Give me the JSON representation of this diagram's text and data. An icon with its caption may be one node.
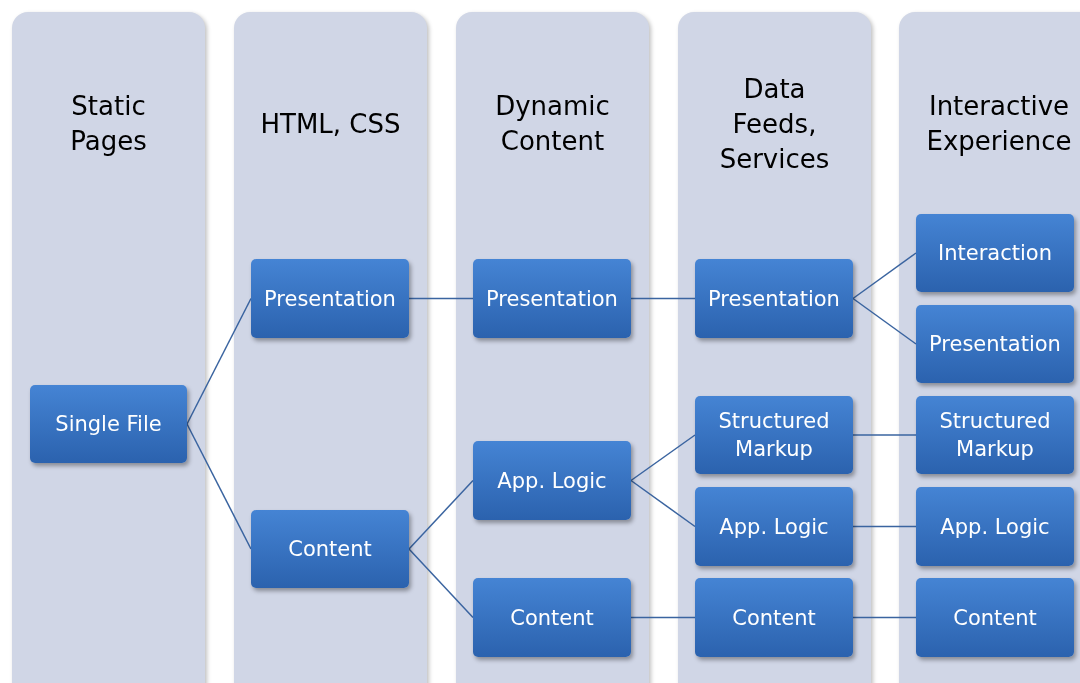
{
  "diagram": {
    "nodes": [
      {
        "text": [
          "Static Pages"
        ]
      },
      {
        "text": [
          "HTML, CSS"
        ]
      },
      {
        "text": [
          "Dynamic Content"
        ]
      },
      {
        "text": [
          "Data Feeds, Services"
        ]
      },
      {
        "text": [
          "Interactive Experience"
        ]
      },
      {
        "text": [
          "Single File"
        ],
        "in": 0
      },
      {
        "text": [
          "Presentation"
        ],
        "in": 1
      },
      {
        "text": [
          "Content"
        ],
        "in": 1
      },
      {
        "text": [
          "Presentation"
        ],
        "in": 2
      },
      {
        "text": [
          "App. Logic"
        ],
        "in": 2
      },
      {
        "text": [
          "Content"
        ],
        "in": 2
      },
      {
        "text": [
          "Presentation"
        ],
        "in": 3
      },
      {
        "text": [
          "Structured Markup"
        ],
        "in": 3
      },
      {
        "text": [
          "App. Logic"
        ],
        "in": 3
      },
      {
        "text": [
          "Content"
        ],
        "in": 3
      },
      {
        "text": [
          "Interaction"
        ],
        "in": 4
      },
      {
        "text": [
          "Presentation"
        ],
        "in": 4
      },
      {
        "text": [
          "Structured Markup"
        ],
        "in": 4
      },
      {
        "text": [
          "App. Logic"
        ],
        "in": 4
      },
      {
        "text": [
          "Content"
        ],
        "in": 4
      }
    ],
    "edges": [
      {
        "from": 5,
        "to": 6,
        "arrow": "none"
      },
      {
        "from": 5,
        "to": 7,
        "arrow": "none"
      },
      {
        "from": 6,
        "to": 8,
        "arrow": "none"
      },
      {
        "from": 8,
        "to": 11,
        "arrow": "none"
      },
      {
        "from": 11,
        "to": 15,
        "arrow": "none"
      },
      {
        "from": 11,
        "to": 16,
        "arrow": "none"
      },
      {
        "from": 7,
        "to": 9,
        "arrow": "none"
      },
      {
        "from": 7,
        "to": 10,
        "arrow": "none"
      },
      {
        "from": 9,
        "to": 12,
        "arrow": "none"
      },
      {
        "from": 9,
        "to": 13,
        "arrow": "none"
      },
      {
        "from": 10,
        "to": 14,
        "arrow": "none"
      },
      {
        "from": 12,
        "to": 17,
        "arrow": "none"
      },
      {
        "from": 13,
        "to": 18,
        "arrow": "none"
      },
      {
        "from": 14,
        "to": 19,
        "arrow": "none"
      }
    ]
  }
}
